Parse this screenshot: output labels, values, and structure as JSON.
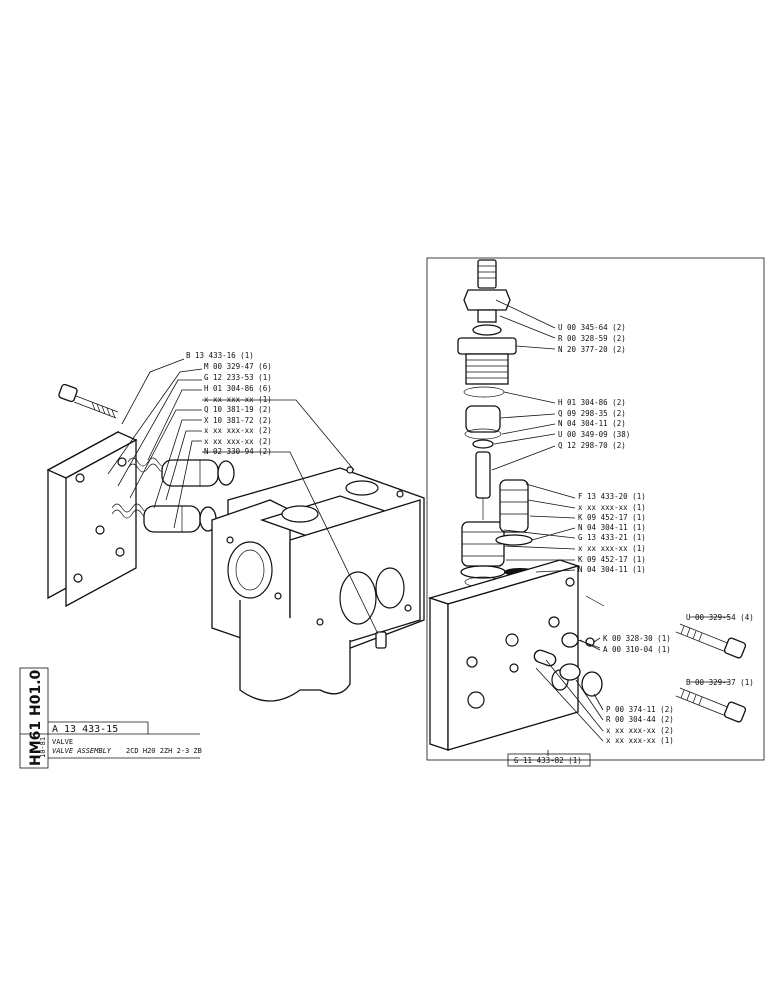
{
  "title_block": {
    "doc_number": "A 13 433-15",
    "title": "VALVE",
    "subtitle": "VALVE ASSEMBLY",
    "model": "2CD H20 2ZH 2-3 ZB",
    "date": "10-81",
    "side_code": "HM61 H01.0"
  },
  "left_labels": [
    "B 13 433-16 (1)",
    "M 00 329-47 (6)",
    "G 12 233-53 (1)",
    "H 01 304-86 (6)",
    "x xx xxx-xx (1)",
    "Q 10 381-19 (2)",
    "X 10 381-72 (2)",
    "x xx xxx-xx (2)",
    "x xx xxx-xx (2)",
    "N 02 330-94 (2)"
  ],
  "right_labels_top": [
    "U 00 345-64 (2)",
    "R 00 328-59 (2)",
    "N 20 377-20 (2)",
    "H 01 304-86 (2)",
    "Q 09 298-35 (2)",
    "N 04 304-11 (2)",
    "U 00 349-09 (38)",
    "Q 12 298-70 (2)"
  ],
  "right_labels_mid": [
    "F 13 433-20 (1)",
    "x xx xxx-xx (1)",
    "K 09 452-17 (1)",
    "N 04 304-11 (1)",
    "G 13 433-21 (1)",
    "x xx xxx-xx (1)",
    "K 09 452-17 (1)",
    "N 04 304-11 (1)"
  ],
  "right_labels_low": [
    "K 00 328-30 (1)",
    "A 00 310-04 (1)"
  ],
  "bolt_labels": [
    "U 00 329-54 (4)",
    "B 00 329-37 (1)"
  ],
  "right_labels_bottom": [
    "P 00 374-11 (2)",
    "R 00 304-44 (2)",
    "x xx xxx-xx (2)",
    "x xx xxx-xx (1)"
  ],
  "block_label": "G 11 433-82 (1)"
}
